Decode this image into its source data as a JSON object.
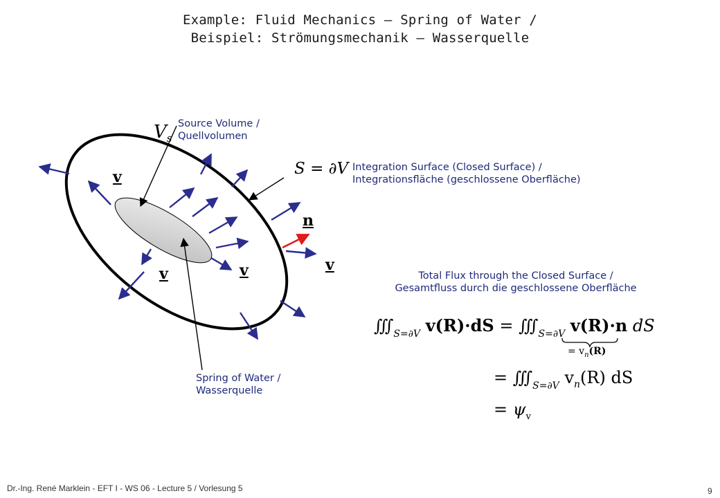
{
  "slide": {
    "title_line1": "Example: Fluid Mechanics – Spring  of Water /",
    "title_line2": "Beispiel: Strömungsmechanik – Wasserquelle",
    "source_volume_label": "Source Volume /\nQuellvolumen",
    "surface_label": "Integration Surface (Closed Surface) /\nIntegrationsfläche (geschlossene Oberfläche)",
    "spring_label": "Spring of Water /\nWasserquelle",
    "flux_heading": "Total Flux through the Closed Surface /\nGesamtfluss durch die geschlossene Oberfläche",
    "footer_left": "Dr.-Ing. René Marklein - EFT I - WS 06 - Lecture 5 / Vorlesung 5",
    "page_number": "9"
  },
  "symbols": {
    "vs": "V",
    "vs_sub": "s",
    "surface_eq": "S = ∂V",
    "velocity": "v",
    "normal": "n"
  },
  "equations": {
    "line1_left": "∭",
    "domain": "S=∂V",
    "line1_integrand": "v(R)·dS",
    "equals": "=",
    "line1_right_integrand": "v(R)·n",
    "dS": "dS",
    "underbrace_note": "= v",
    "underbrace_sub": "n",
    "underbrace_arg": "(R)",
    "line2_integrand": "v",
    "line2_sub": "n",
    "line2_arg": "(R) dS",
    "line3": "ψ",
    "line3_sub": "v"
  },
  "colors": {
    "arrow": "#2b2d8f",
    "normal_arrow": "#e01b1b",
    "label_text": "#1f2a7a"
  }
}
